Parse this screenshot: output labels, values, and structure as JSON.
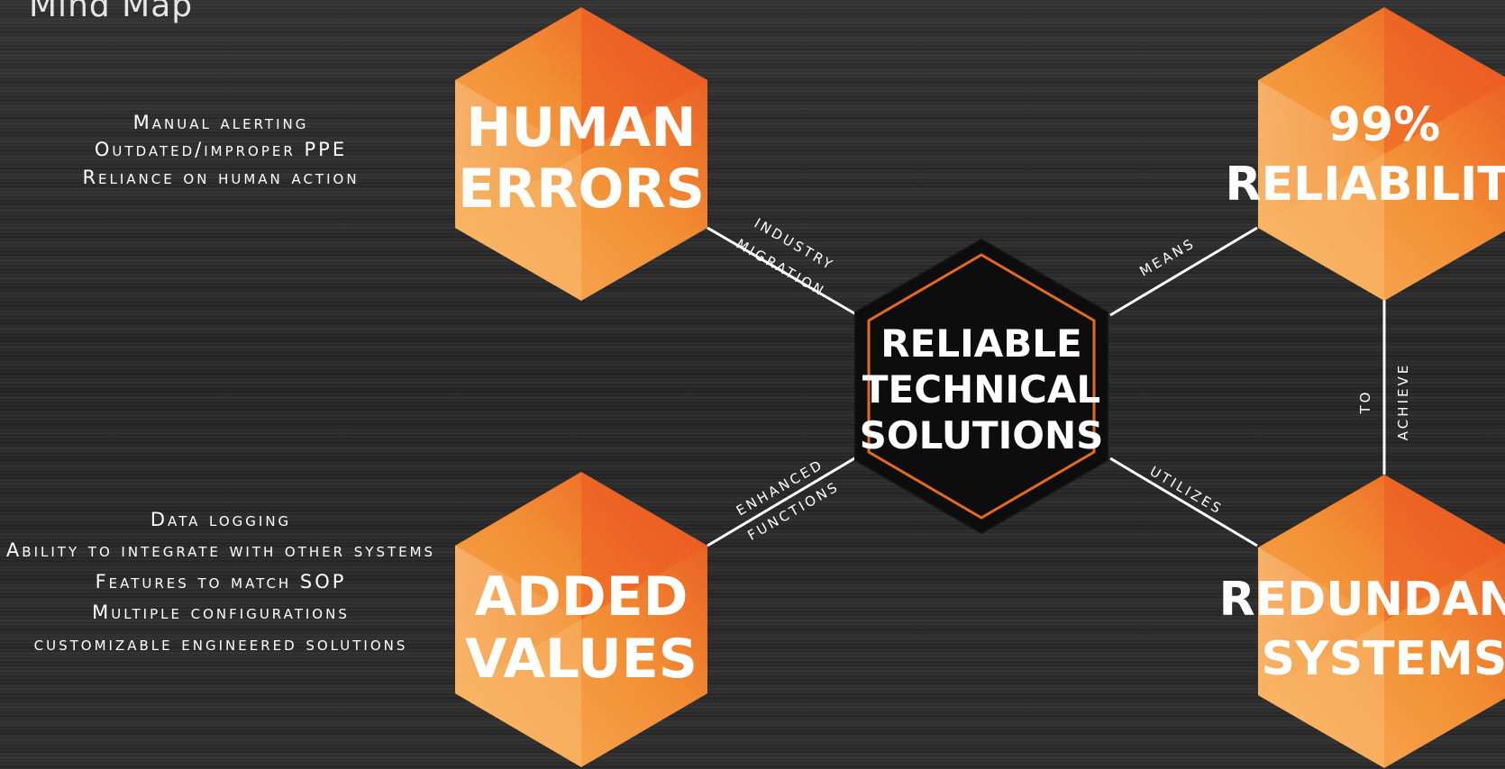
{
  "title": "Mind Map",
  "center": {
    "lines": [
      "RELIABLE",
      "TECHNICAL",
      "SOLUTIONS"
    ]
  },
  "nodes": {
    "human_errors": {
      "lines": [
        "HUMAN",
        "ERRORS"
      ]
    },
    "added_values": {
      "lines": [
        "ADDED",
        "VALUES"
      ]
    },
    "reliability": {
      "lines": [
        "99%",
        "RELIABILITY"
      ]
    },
    "redundant": {
      "lines": [
        "REDUNDANT",
        "SYSTEMS"
      ]
    }
  },
  "edges": {
    "human_errors": [
      "INDUSTRY",
      "MIGRATION"
    ],
    "added_values": [
      "ENHANCED",
      "FUNCTIONS"
    ],
    "reliability": [
      "MEANS"
    ],
    "redundant": [
      "UTILIZES"
    ],
    "reliability_redundant": [
      "TO",
      "ACHIEVE"
    ]
  },
  "human_errors_details": [
    "Manual alerting",
    "Outdated/improper PPE",
    "Reliance on human action"
  ],
  "added_values_details": [
    "Data logging",
    "Ability to integrate with other systems",
    "Features to match SOP",
    "Multiple configurations",
    "customizable engineered solutions"
  ],
  "colors": {
    "hex_light": "#f6a64a",
    "hex_dark": "#e9541e",
    "center_fill": "#0d0d0d",
    "center_border": "#e36a1f",
    "connector": "#ffffff"
  }
}
